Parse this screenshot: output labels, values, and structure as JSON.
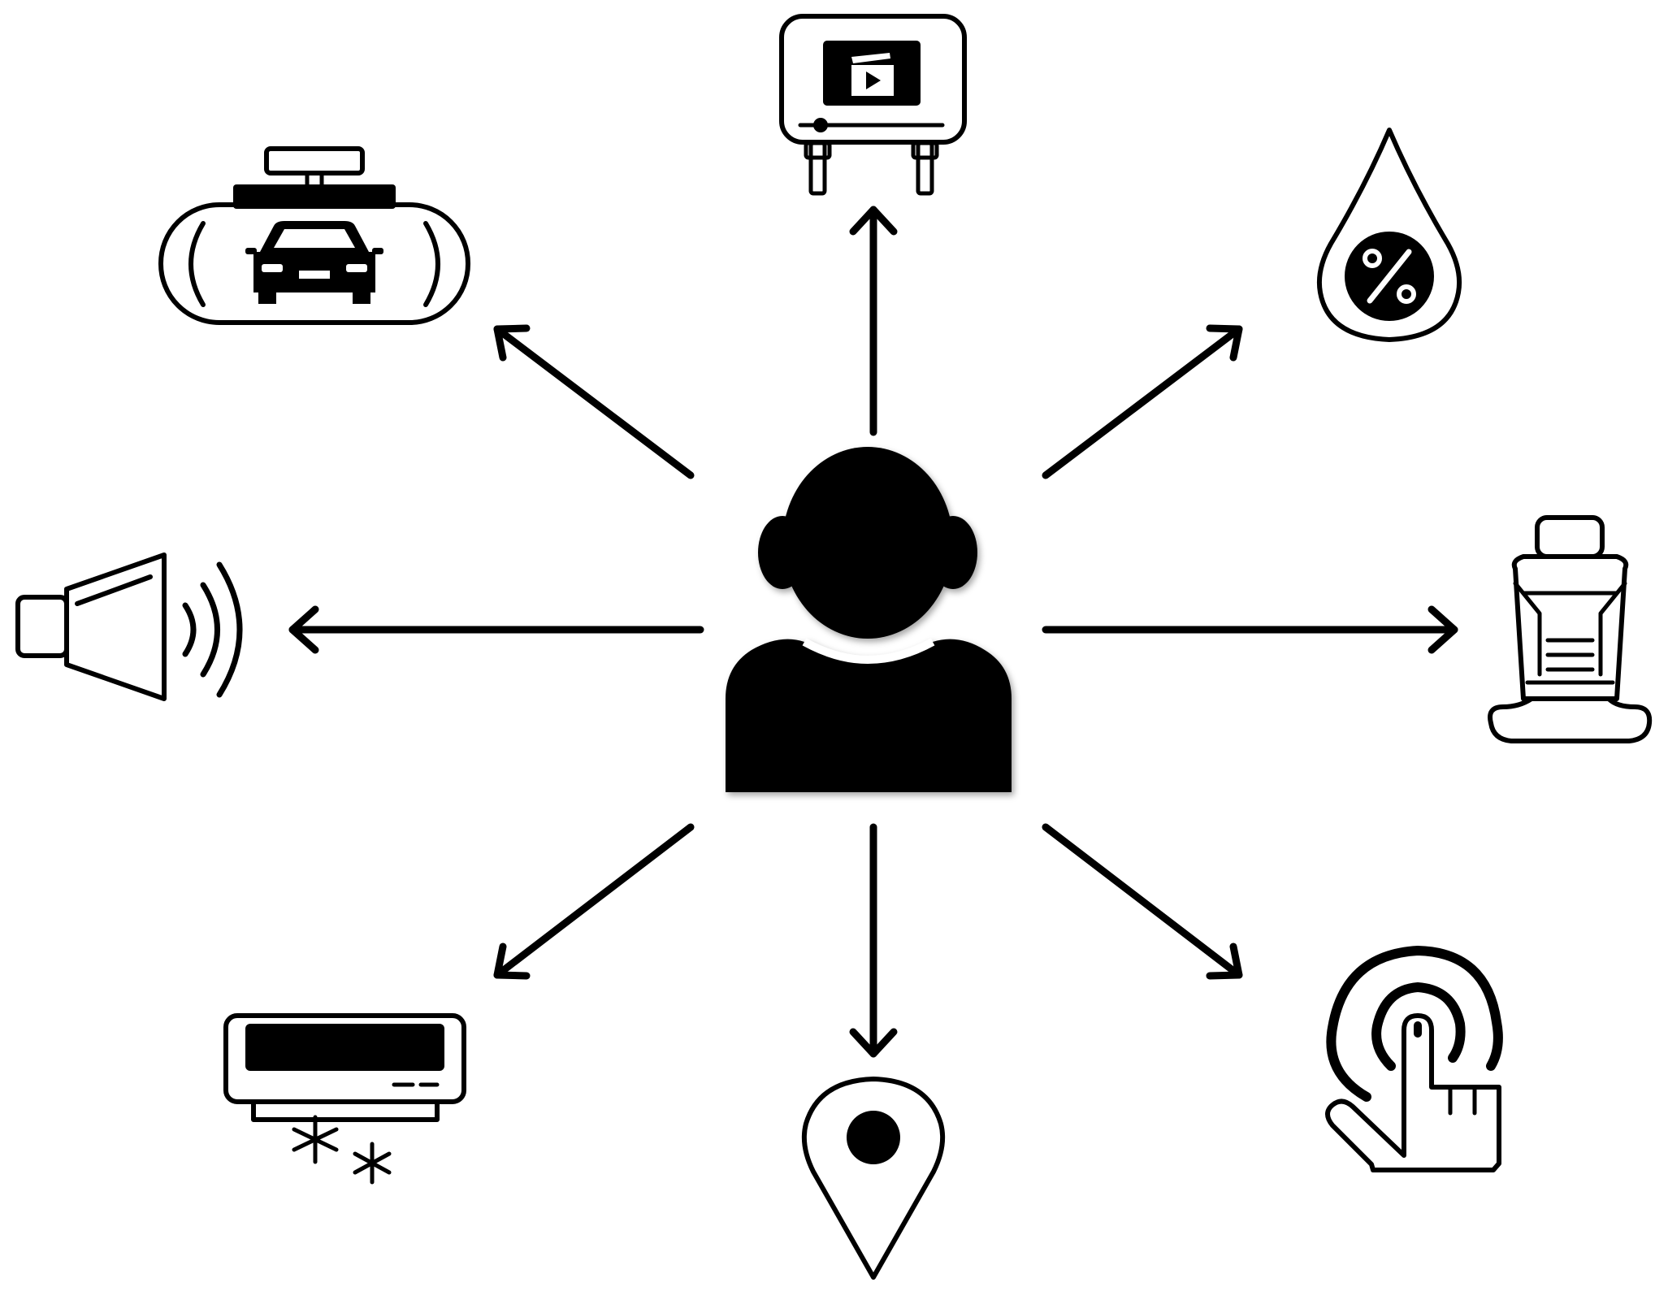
{
  "diagram": {
    "center": {
      "icon": "user-silhouette-icon"
    },
    "features": [
      {
        "id": "rearview-mirror",
        "icon": "rearview-mirror-car-icon",
        "direction": "up-left"
      },
      {
        "id": "infotainment",
        "icon": "media-screen-icon",
        "direction": "up"
      },
      {
        "id": "humidity",
        "icon": "humidity-drop-icon",
        "direction": "up-right"
      },
      {
        "id": "audio",
        "icon": "speaker-icon",
        "direction": "left"
      },
      {
        "id": "seat",
        "icon": "car-seat-icon",
        "direction": "right"
      },
      {
        "id": "air-conditioning",
        "icon": "air-conditioner-icon",
        "direction": "down-left"
      },
      {
        "id": "navigation",
        "icon": "location-pin-icon",
        "direction": "down"
      },
      {
        "id": "touch-control",
        "icon": "touch-tap-icon",
        "direction": "down-right"
      }
    ],
    "colors": {
      "ink": "#000000",
      "background": "#ffffff"
    }
  }
}
